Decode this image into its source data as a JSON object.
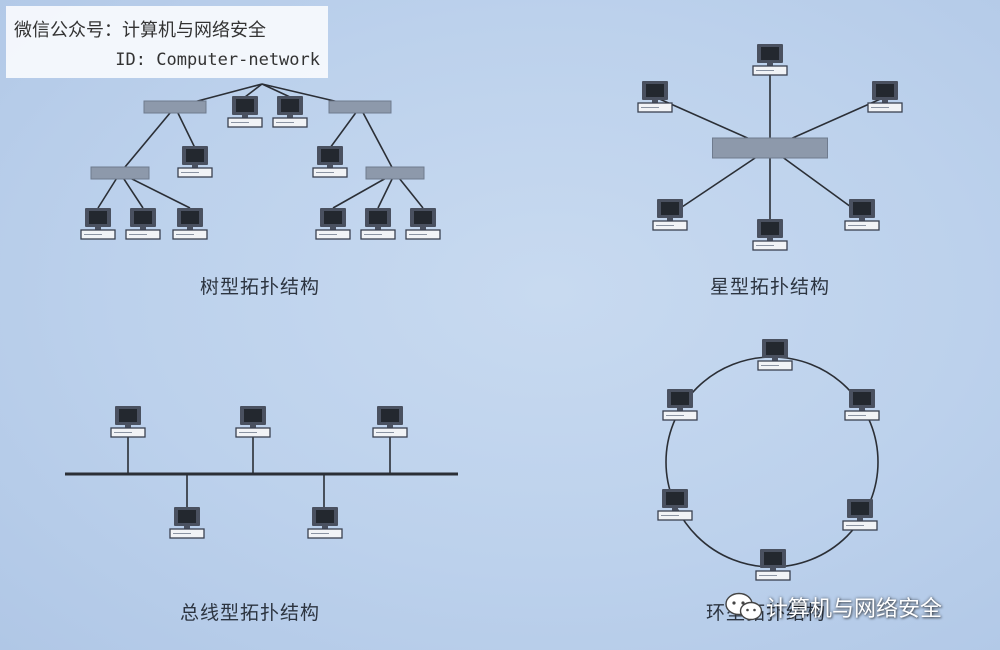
{
  "watermark": {
    "line1": "微信公众号：计算机与网络安全",
    "line2": "ID: Computer-network"
  },
  "diagrams": {
    "tree": {
      "caption": "树型拓扑结构"
    },
    "star": {
      "caption": "星型拓扑结构"
    },
    "bus": {
      "caption": "总线型拓扑结构"
    },
    "ring": {
      "caption": "环型拓扑结构"
    }
  },
  "footer_mark": {
    "text": "计算机与网络安全",
    "icon": "wechat-icon"
  },
  "colors": {
    "background": "#bcd1ec",
    "line": "#2b2f36",
    "hub": "#8d99ab",
    "computer_body": "#4a5160",
    "screen": "#23282f",
    "case": "#f1f3f6"
  }
}
